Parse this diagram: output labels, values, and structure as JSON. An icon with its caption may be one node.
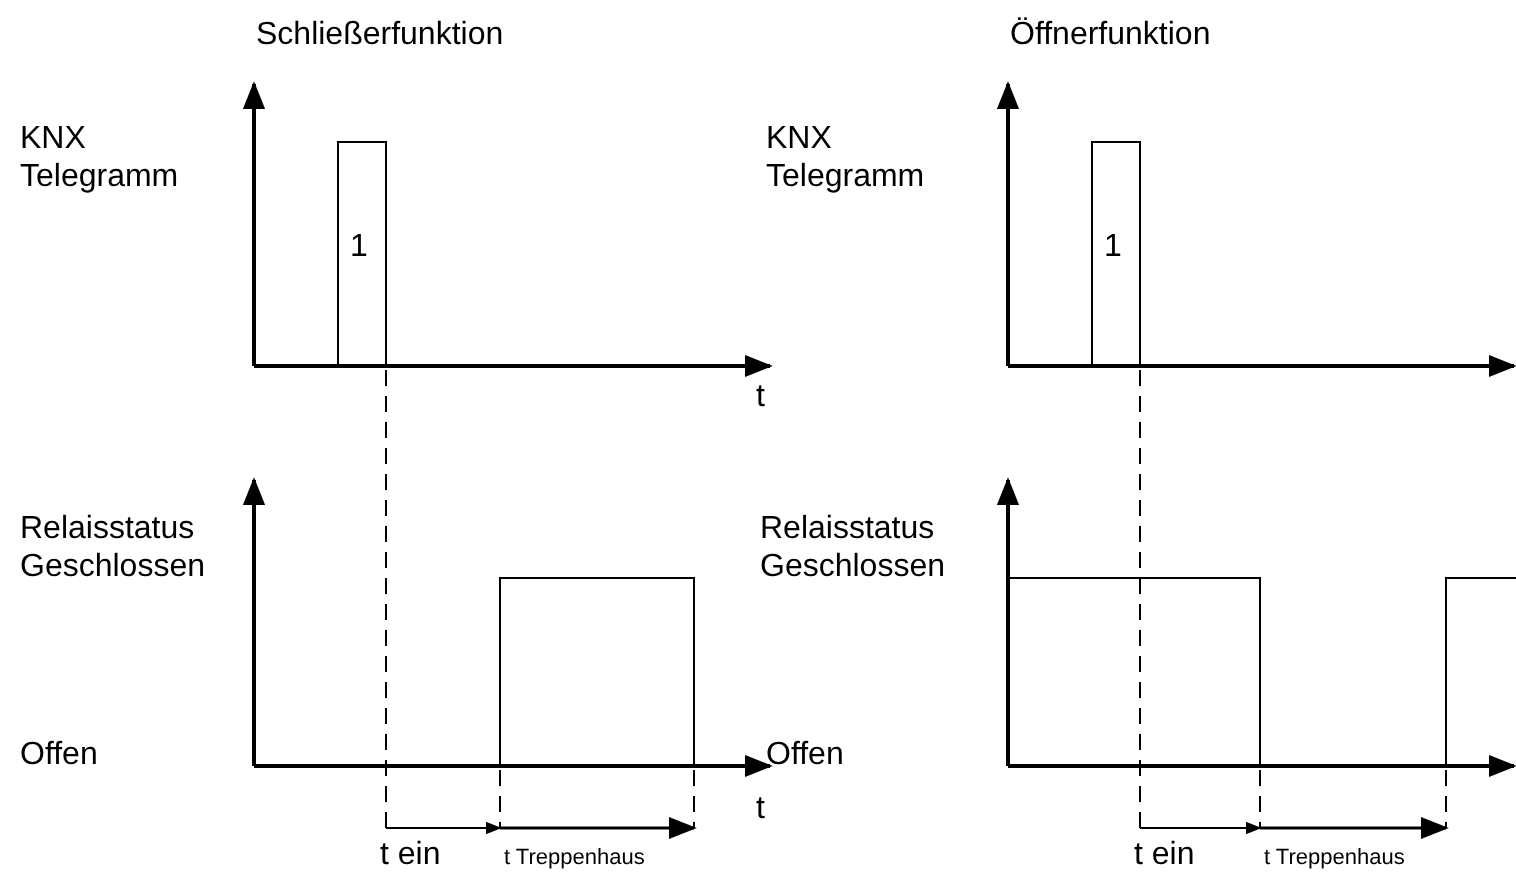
{
  "diagram": {
    "labels": [
      "Schließerfunktion",
      "Öffnerfunktion",
      "KNX Telegramm",
      "KNX Telegramm",
      "1",
      "1",
      "t",
      "Relaisstatus Geschlossen",
      "Relaisstatus Geschlossen",
      "Offen",
      "Offen",
      "t",
      "t ein",
      "t Treppenhaus",
      "t ein",
      "t Treppenhaus"
    ]
  }
}
